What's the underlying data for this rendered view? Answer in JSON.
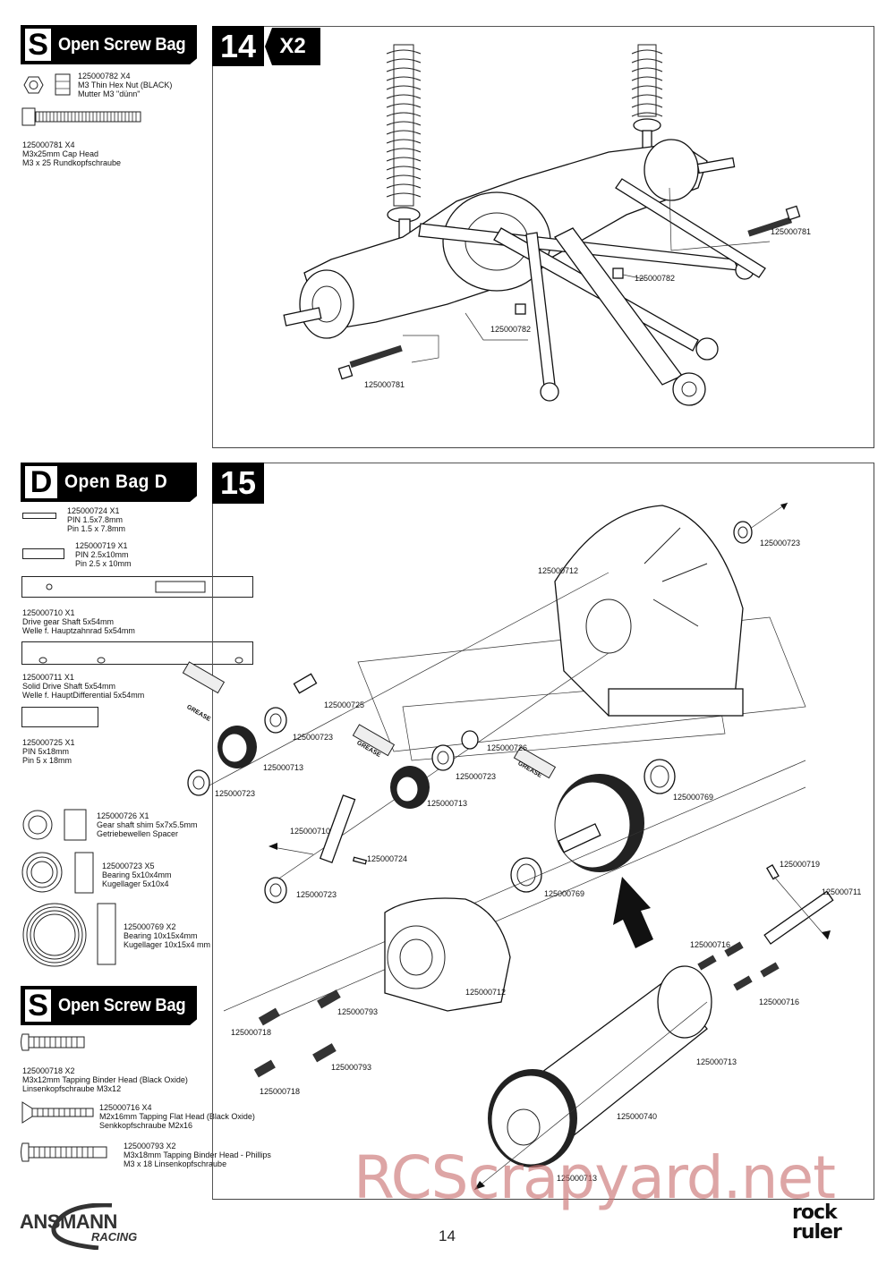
{
  "page": {
    "number": "14",
    "brand": "ANSMANN",
    "brand_sub": "RACING",
    "model_logo_line1": "rock",
    "model_logo_line2": "ruler",
    "watermark": "RCScrapyard.net"
  },
  "step14": {
    "number": "14",
    "quantity": "X2",
    "bag": {
      "letter": "S",
      "title": "Open Screw Bag",
      "parts": [
        {
          "code": "125000782 X4",
          "name_en": "M3 Thin Hex Nut (BLACK)",
          "name_de": "Mutter M3 \"dünn\"",
          "icon": "hex-nut-icon"
        },
        {
          "code": "125000781 X4",
          "name_en": "M3x25mm Cap Head",
          "name_de": "M3 x 25 Rundkopfschraube",
          "icon": "cap-head-screw-icon"
        }
      ]
    },
    "callouts": [
      "125000781",
      "125000782",
      "125000782",
      "125000781"
    ]
  },
  "step15": {
    "number": "15",
    "bag": {
      "letter": "D",
      "title": "Open Bag D",
      "parts": [
        {
          "code": "125000724 X1",
          "name_en": "PIN 1.5x7.8mm",
          "name_de": "Pin 1.5 x 7.8mm",
          "icon": "pin-small-icon"
        },
        {
          "code": "125000719 X1",
          "name_en": "PIN 2.5x10mm",
          "name_de": "Pin 2.5 x 10mm",
          "icon": "pin-medium-icon"
        },
        {
          "code": "125000710 X1",
          "name_en": "Drive gear Shaft 5x54mm",
          "name_de": "Welle f. Hauptzahnrad 5x54mm",
          "icon": "drive-gear-shaft-icon"
        },
        {
          "code": "125000711 X1",
          "name_en": "Solid Drive Shaft 5x54mm",
          "name_de": "Welle f. HauptDifferential 5x54mm",
          "icon": "solid-drive-shaft-icon"
        },
        {
          "code": "125000725 X1",
          "name_en": "PIN 5x18mm",
          "name_de": "Pin 5 x 18mm",
          "icon": "pin-large-icon"
        },
        {
          "code": "125000726 X1",
          "name_en": "Gear shaft shim 5x7x5.5mm",
          "name_de": "Getriebewellen Spacer",
          "icon": "shim-icon"
        },
        {
          "code": "125000723 X5",
          "name_en": "Bearing 5x10x4mm",
          "name_de": "Kugellager 5x10x4",
          "icon": "bearing-small-icon"
        },
        {
          "code": "125000769  X2",
          "name_en": "Bearing 10x15x4mm",
          "name_de": "Kugellager 10x15x4 mm",
          "icon": "bearing-large-icon"
        }
      ]
    },
    "screw_bag": {
      "letter": "S",
      "title": "Open Screw Bag",
      "parts": [
        {
          "code": "125000718 X2",
          "name_en": "M3x12mm Tapping Binder Head (Black Oxide)",
          "name_de": "Linsenkopfschraube M3x12",
          "icon": "binder-screw-icon"
        },
        {
          "code": "125000716 X4",
          "name_en": "M2x16mm Tapping Flat Head (Black Oxide)",
          "name_de": "Senkkopfschraube M2x16",
          "icon": "flat-head-screw-icon"
        },
        {
          "code": "125000793 X2",
          "name_en": "M3x18mm Tapping Binder Head - Phillips",
          "name_de": "M3 x 18 Linsenkopfschraube",
          "icon": "binder-screw-long-icon"
        }
      ]
    },
    "grease_label": "GREASE",
    "callouts": [
      "125000723",
      "125000712",
      "125000725",
      "125000723",
      "125000713",
      "125000723",
      "125000726",
      "125000723",
      "125000713",
      "125000769",
      "125000710",
      "125000724",
      "125000723",
      "125000769",
      "125000719",
      "125000711",
      "125000716",
      "125000716",
      "125000712",
      "125000718",
      "125000793",
      "125000793",
      "125000718",
      "125000713",
      "125000740",
      "125000713"
    ]
  }
}
